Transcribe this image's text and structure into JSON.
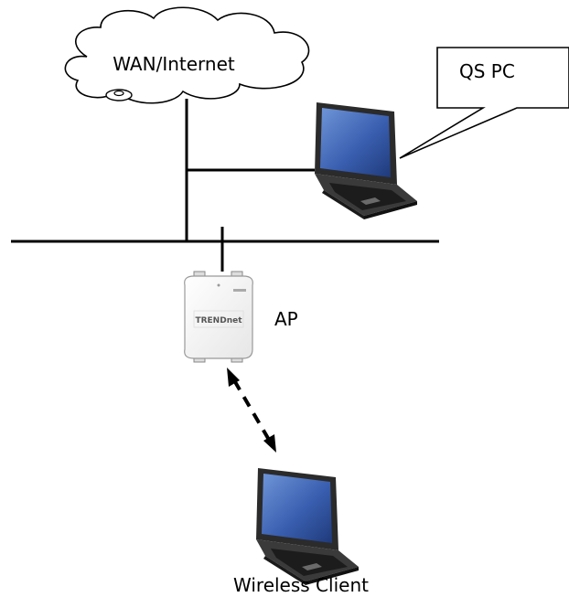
{
  "labels": {
    "cloud": "WAN/Internet",
    "callout": "QS PC",
    "ap": "AP",
    "client": "Wireless Client"
  },
  "ap_device": {
    "brand": "TRENDnet"
  },
  "colors": {
    "line": "#000000",
    "laptop_body": "#2b2b2b",
    "laptop_screen": "#3a5fb0",
    "ap_body": "#f4f4f4"
  },
  "icons": [
    "cloud",
    "laptop",
    "access-point",
    "callout"
  ]
}
